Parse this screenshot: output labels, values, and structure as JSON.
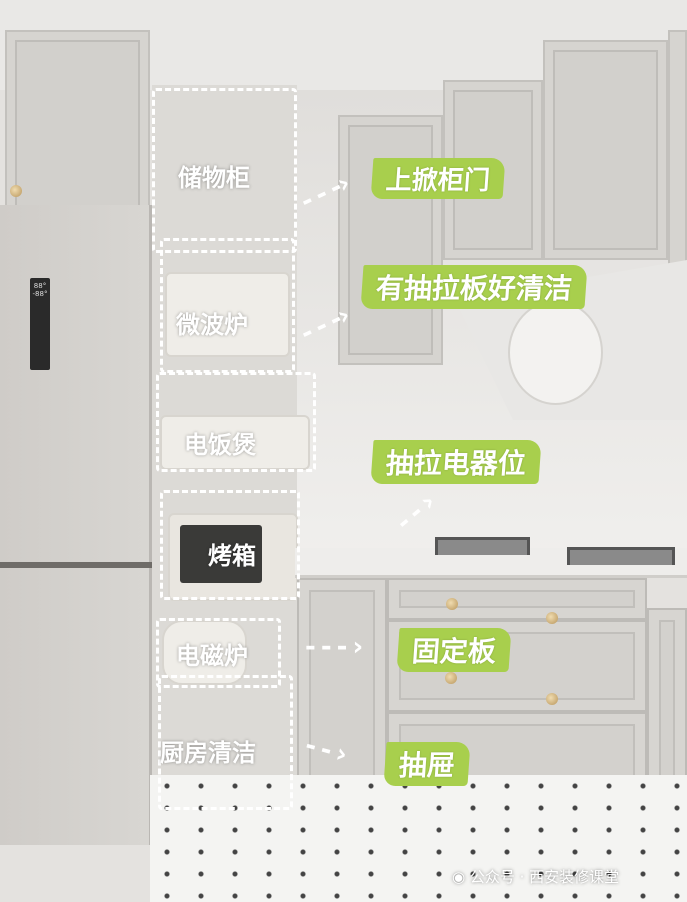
{
  "cabinet_labels": [
    "储物柜",
    "微波炉",
    "电饭煲",
    "烤箱",
    "电磁炉",
    "厨房清洁"
  ],
  "callouts": [
    "上掀柜门",
    "有抽拉板好清洁",
    "抽拉电器位",
    "固定板",
    "抽屉"
  ],
  "fridge_display": [
    "88°",
    "-88°"
  ],
  "watermark": {
    "icon": "wechat-icon",
    "text": "公众号 · 西安装修课堂"
  },
  "colors": {
    "highlight": "#a8cf4d",
    "annotation": "#ffffff"
  }
}
